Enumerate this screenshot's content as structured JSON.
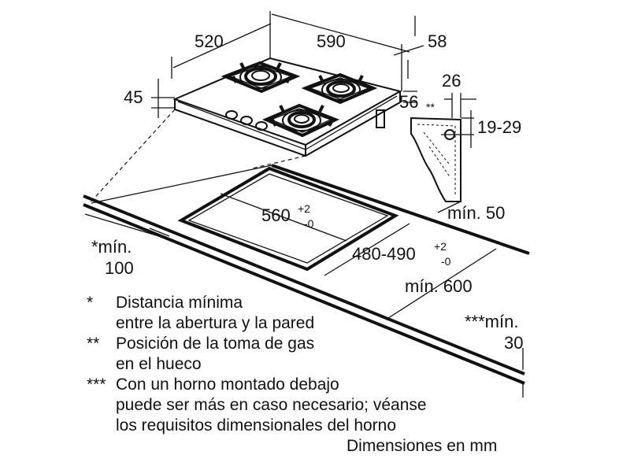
{
  "dimensions": {
    "depth_520": "520",
    "width_590": "590",
    "depth_58": "58",
    "height_45": "45",
    "right_56": "56",
    "right_56_mark": "**",
    "offset_26": "26",
    "range_19_29": "19-29",
    "min_50": "mín. 50",
    "cut_width": "560",
    "cut_width_tol_plus": "+2",
    "cut_width_tol_minus": "-0",
    "cut_depth": "480-490",
    "cut_depth_tol_plus": "+2",
    "cut_depth_tol_minus": "-0",
    "min_600": "mín. 600",
    "min_100_line1": "*mín.",
    "min_100_line2": "100",
    "min_30_line1": "***mín.",
    "min_30_line2": "30"
  },
  "notes": [
    {
      "mark": "*",
      "line1": "Distancia mínima",
      "line2": "entre la abertura y la pared",
      "line3": ""
    },
    {
      "mark": "**",
      "line1": "Posición de la toma de gas",
      "line2": "en el hueco",
      "line3": ""
    },
    {
      "mark": "***",
      "line1": "Con un horno montado debajo",
      "line2": "puede ser más en caso necesario; véanse",
      "line3": "los requisitos dimensionales del horno"
    }
  ],
  "units_label": "Dimensiones en mm"
}
